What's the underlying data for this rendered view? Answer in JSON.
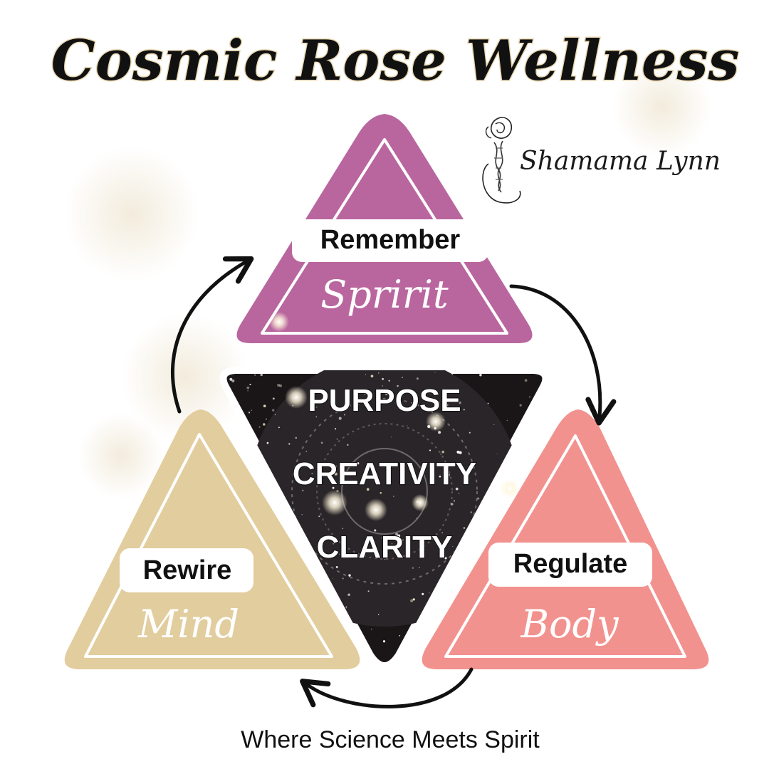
{
  "title": "Cosmic Rose Wellness",
  "signature": "Shamama Lynn",
  "colors": {
    "spirit": "#b9669f",
    "mind": "#e2cd9e",
    "body": "#f2928e",
    "center": "#1a1618",
    "title_glow": "#e8d7b0"
  },
  "icons": {
    "logo": "rose-dna-icon",
    "cycle": "circular-arrows-icon"
  },
  "pillars": {
    "spirit": {
      "verb": "Remember",
      "name": "Spririt"
    },
    "mind": {
      "verb": "Rewire",
      "name": "Mind"
    },
    "body": {
      "verb": "Regulate",
      "name": "Body"
    }
  },
  "center": {
    "words": [
      "PURPOSE",
      "CREATIVITY",
      "CLARITY"
    ]
  },
  "tagline": "Where Science Meets Spirit"
}
